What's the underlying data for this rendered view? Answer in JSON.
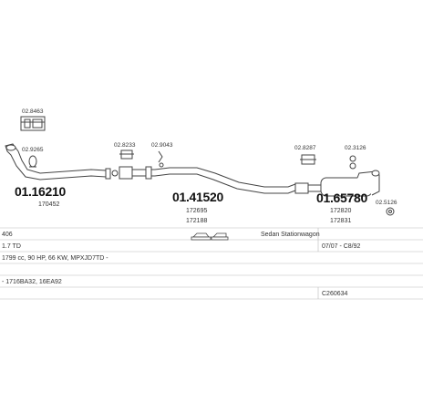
{
  "parts": {
    "p1": {
      "number": "01.16210",
      "ref": "170452"
    },
    "p2": {
      "number": "01.41520",
      "ref1": "172695",
      "ref2": "172188"
    },
    "p3": {
      "number": "01.65780",
      "ref1": "172820",
      "ref2": "172831"
    }
  },
  "accessories": {
    "box": "02.8463",
    "clamp_left": "02.9265",
    "clamp_a": "02.8233",
    "hanger_a": "02.9043",
    "clamp_b": "02.8287",
    "hanger_b": "02.3126",
    "end_clip": "02.5126"
  },
  "info": {
    "model": "406",
    "body_type": "Sedan Stationwagon",
    "engine": "1.7 TD",
    "years": "07/07 - C8/92",
    "specs": "1799 cc, 90 HP, 66 KW, MPXJD7TD -",
    "codes": "- 1716BA32, 16EA92",
    "catalog": "C260634"
  },
  "colors": {
    "line": "#444444",
    "pipe_fill": "#ffffff"
  }
}
